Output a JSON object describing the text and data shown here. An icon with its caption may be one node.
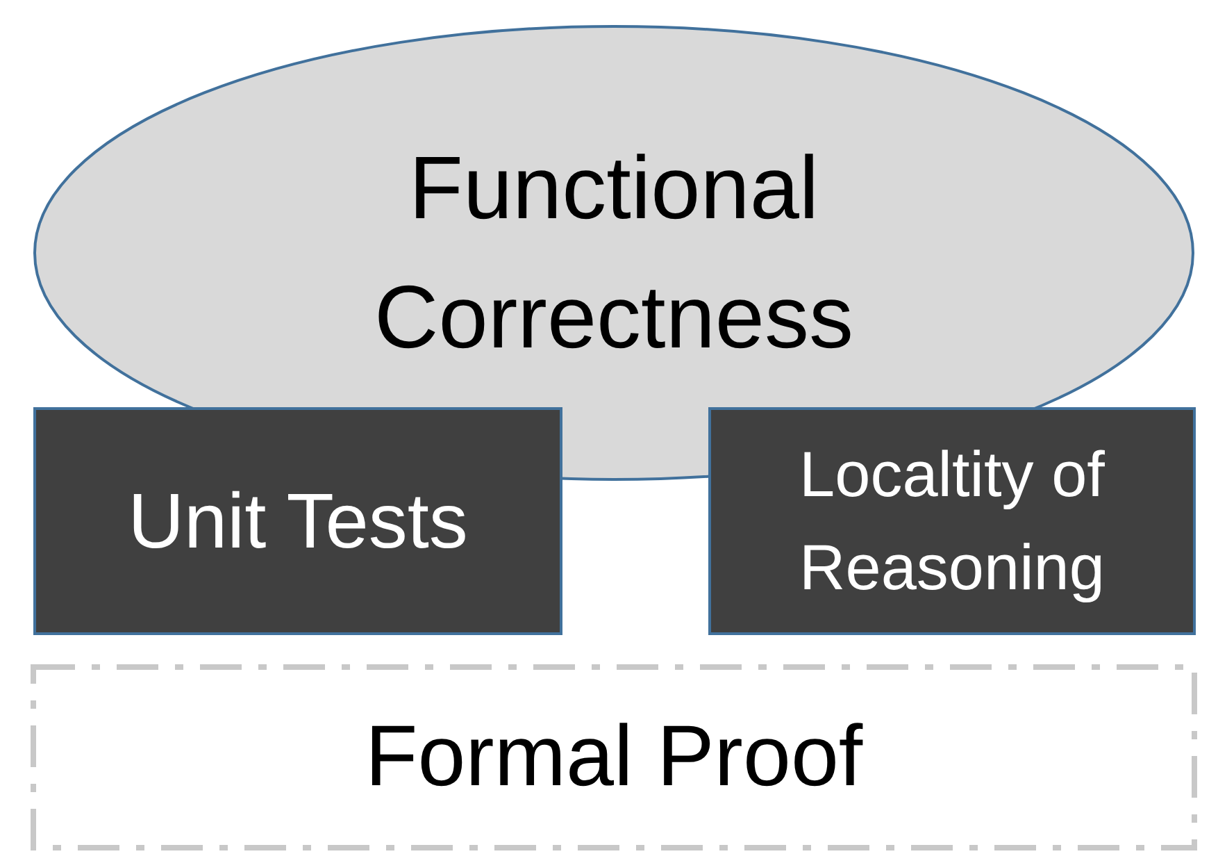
{
  "diagram": {
    "nodes": [
      {
        "text": [
          "Functional Correctness"
        ]
      },
      {
        "text": [
          "Unit Tests"
        ]
      },
      {
        "text": [
          "Localtity of Reasoning"
        ]
      },
      {
        "text": [
          "Formal Proof"
        ]
      }
    ]
  }
}
